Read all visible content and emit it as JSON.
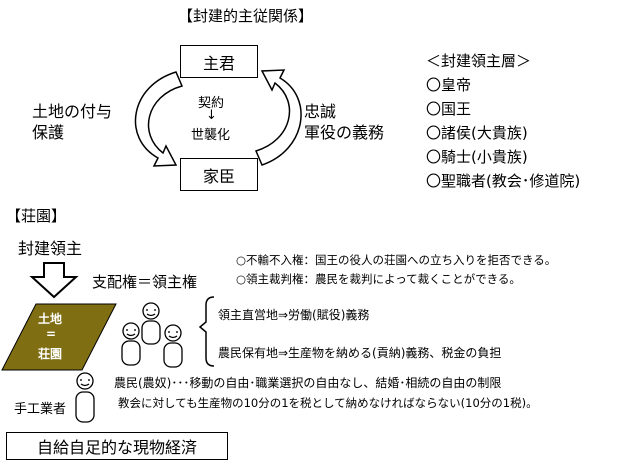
{
  "title": "【封建的主従関係】",
  "lord": "主君",
  "vassal": "家臣",
  "center_contract": "契約",
  "center_arrow": "↓",
  "center_hereditary": "世襲化",
  "left_labels": [
    "土地の付与",
    "保護"
  ],
  "right_labels": [
    "忠誠",
    "軍役の義務"
  ],
  "hierarchy": {
    "heading": "＜封建領主層＞",
    "items": [
      "〇皇帝",
      "〇国王",
      "〇諸侯(大貴族)",
      "〇騎士(小貴族)",
      "〇聖職者(教会･修道院)"
    ]
  },
  "manor": {
    "heading": "【荘園】",
    "feudal_lord": "封建領主",
    "rule": "支配権＝領主権",
    "rights": [
      "○不輸不入権：国王の役人の荘園への立ち入りを拒否できる。",
      "○領主裁判権：農民を裁判によって裁くことができる。"
    ],
    "land_lines": [
      "土地",
      "=",
      "荘園"
    ],
    "land_types": [
      "領主直営地⇒労働(賦役)義務",
      "農民保有地⇒生産物を納める(貢納)義務、税金の負担"
    ],
    "peasants": "農民(農奴)･･･移動の自由･職業選択の自由なし、結婚･相続の自由の制限",
    "artisan": "手工業者",
    "tithe": "教会に対しても生産物の10分の1を税として納めなければならない(10分の1税)。"
  },
  "economy": "自給自足的な現物経済",
  "colors": {
    "land_fill": "#7f6e12",
    "land_text": "#ffffff",
    "line": "#000000"
  }
}
